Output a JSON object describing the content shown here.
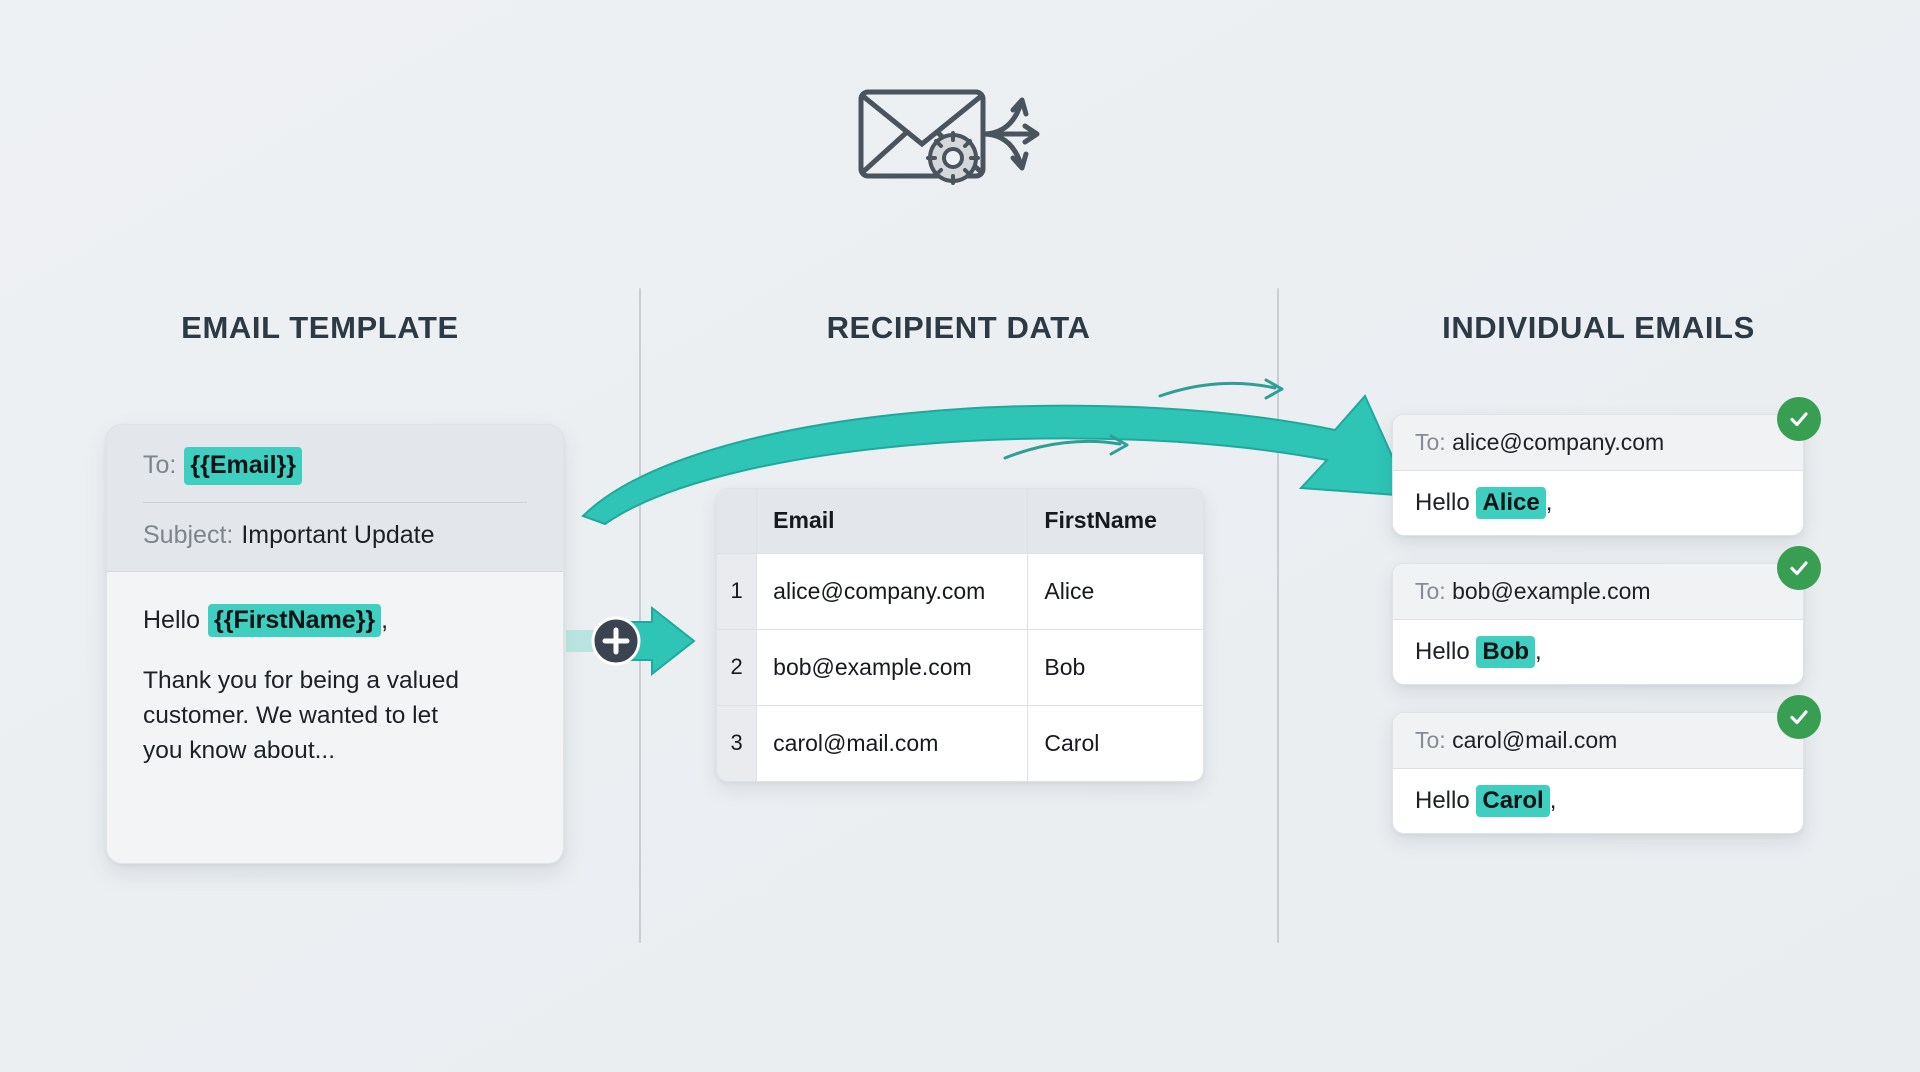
{
  "hero": {
    "icon": "envelope-gear-distribute-icon"
  },
  "columns": {
    "template_heading": "EMAIL TEMPLATE",
    "data_heading": "RECIPIENT DATA",
    "output_heading": "INDIVIDUAL EMAILS"
  },
  "template": {
    "to_label": "To:",
    "to_token": "{{Email}}",
    "subject_label": "Subject:",
    "subject_value": "Important Update",
    "greeting_word": "Hello",
    "greeting_token": "{{FirstName}}",
    "greeting_comma": ",",
    "body_paragraph": "Thank you for being a valued customer. We wanted to let you know about..."
  },
  "merge": {
    "plus_symbol": "+",
    "icon": "merge-plus-arrow-icon"
  },
  "table": {
    "headers": {
      "row_number": "",
      "email": "Email",
      "first_name": "FirstName"
    },
    "rows": [
      {
        "n": "1",
        "email": "alice@company.com",
        "first_name": "Alice"
      },
      {
        "n": "2",
        "email": "bob@example.com",
        "first_name": "Bob"
      },
      {
        "n": "3",
        "email": "carol@mail.com",
        "first_name": "Carol"
      }
    ]
  },
  "emails": [
    {
      "to_label": "To:",
      "to_value": "alice@company.com",
      "greeting_word": "Hello",
      "name": "Alice",
      "comma": ",",
      "status": "sent-check"
    },
    {
      "to_label": "To:",
      "to_value": "bob@example.com",
      "greeting_word": "Hello",
      "name": "Bob",
      "comma": ",",
      "status": "sent-check"
    },
    {
      "to_label": "To:",
      "to_value": "carol@mail.com",
      "greeting_word": "Hello",
      "name": "Carol",
      "comma": ",",
      "status": "sent-check"
    }
  ],
  "colors": {
    "accent_teal": "#3fcfc0",
    "arrow_teal": "#2ec4b6",
    "success_green": "#389e52",
    "heading_navy": "#2c3a46",
    "background": "#eceff2"
  }
}
